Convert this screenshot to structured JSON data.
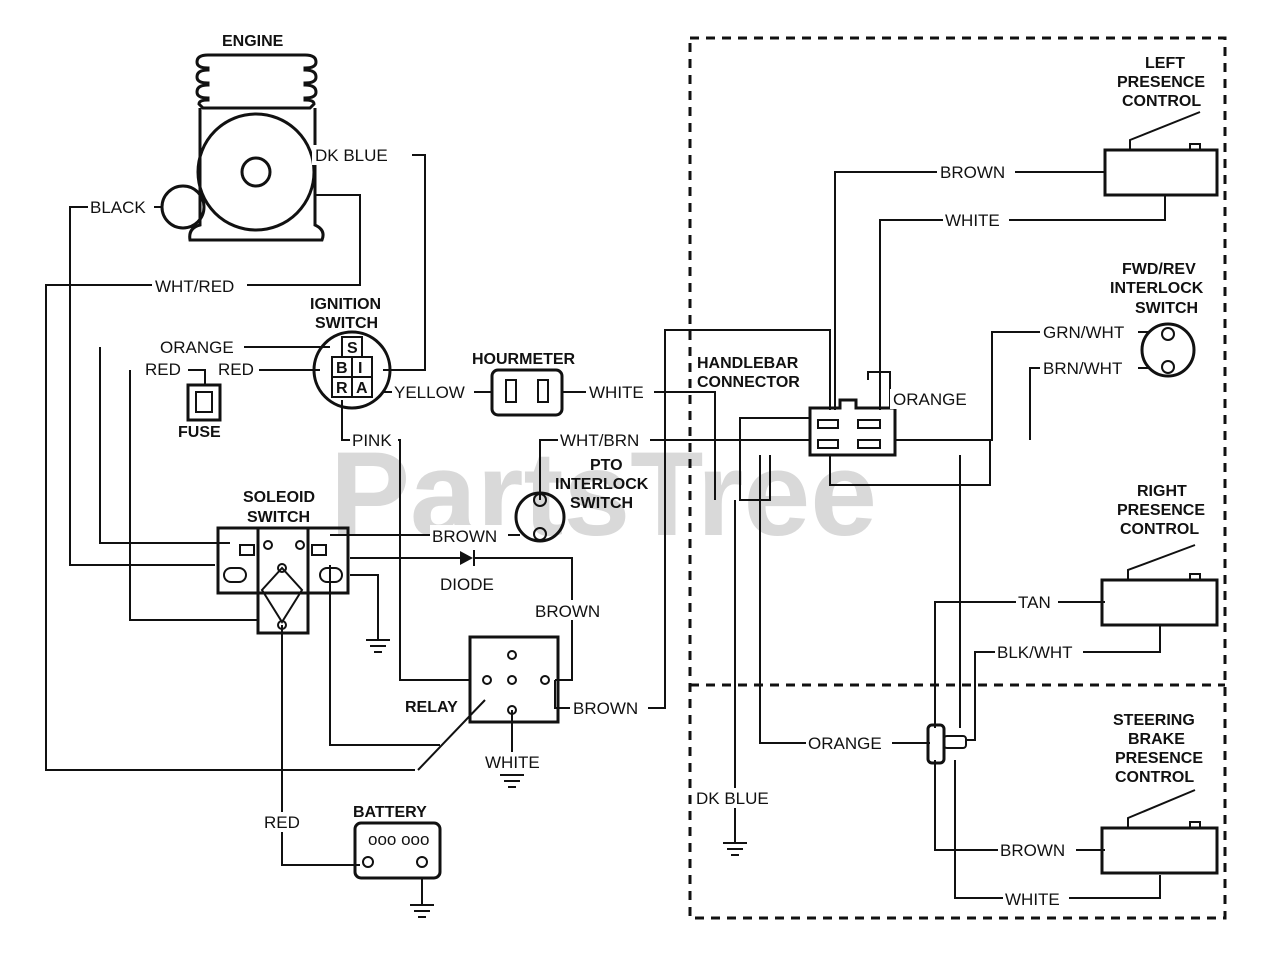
{
  "watermark": "PartsTree",
  "components": {
    "engine": "ENGINE",
    "ignition_switch": [
      "IGNITION",
      "SWITCH"
    ],
    "ignition_terminals": [
      "S",
      "B",
      "I",
      "R",
      "A"
    ],
    "fuse": "FUSE",
    "solenoid_switch": [
      "SOLEOID",
      "SWITCH"
    ],
    "hourmeter": "HOURMETER",
    "pto_switch": [
      "PTO",
      "INTERLOCK",
      "SWITCH"
    ],
    "diode": "DIODE",
    "relay": "RELAY",
    "battery": "BATTERY",
    "handlebar_connector": [
      "HANDLEBAR",
      "CONNECTOR"
    ],
    "left_presence": [
      "LEFT",
      "PRESENCE",
      "CONTROL"
    ],
    "fwd_rev": [
      "FWD/REV",
      "INTERLOCK",
      "SWITCH"
    ],
    "right_presence": [
      "RIGHT",
      "PRESENCE",
      "CONTROL"
    ],
    "steering_brake": [
      "STEERING",
      "BRAKE",
      "PRESENCE",
      "CONTROL"
    ]
  },
  "wires": {
    "dk_blue_engine": "DK BLUE",
    "black": "BLACK",
    "wht_red": "WHT/RED",
    "orange": "ORANGE",
    "red_1": "RED",
    "red_2": "RED",
    "yellow": "YELLOW",
    "white_hour": "WHITE",
    "pink": "PINK",
    "wht_brn": "WHT/BRN",
    "brown_pto": "BROWN",
    "brown_diode": "BROWN",
    "brown_relay": "BROWN",
    "white_relay": "WHITE",
    "red_battery": "RED",
    "brown_left": "BROWN",
    "white_left": "WHITE",
    "orange_handlebar": "ORANGE",
    "grn_wht": "GRN/WHT",
    "brn_wht": "BRN/WHT",
    "tan": "TAN",
    "blk_wht": "BLK/WHT",
    "orange_steering": "ORANGE",
    "dk_blue_ground": "DK BLUE",
    "brown_steering": "BROWN",
    "white_steering": "WHITE"
  }
}
